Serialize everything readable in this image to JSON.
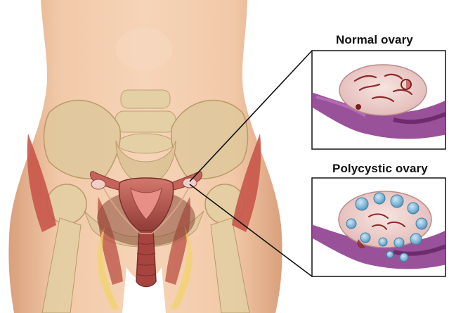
{
  "labels": {
    "normal_ovary": "Normal ovary",
    "polycystic_ovary": "Polycystic ovary"
  },
  "colors": {
    "skin": "#f0c6a6",
    "skin_shadow": "#d79c77",
    "bone": "#e6d3a8",
    "muscle": "#c8574a",
    "uterus": "#b6504a",
    "ovary_tissue": "#f1d8d6",
    "fallopian_purple": "#8e3f8e",
    "cyst_blue": "#7fb8d8",
    "panel_border": "#222222",
    "label_text": "#111111"
  },
  "icons": {
    "body_illustration": "female-pelvis-anatomy-illustration",
    "normal_ovary_image": "normal-ovary-cross-section",
    "polycystic_ovary_image": "polycystic-ovary-cross-section"
  }
}
